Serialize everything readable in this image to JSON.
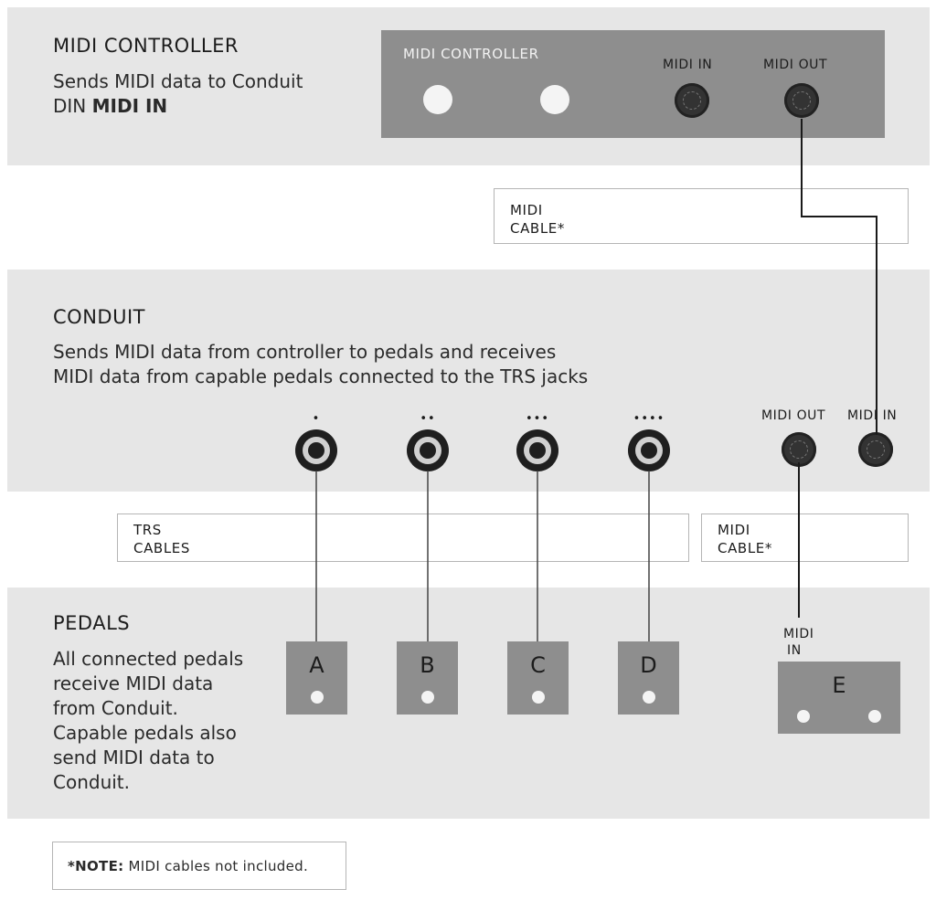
{
  "controller": {
    "heading": "MIDI CONTROLLER",
    "desc_line1": "Sends MIDI data to Conduit",
    "desc_line2_prefix": "DIN ",
    "desc_line2_bold": "MIDI IN",
    "device_label": "MIDI CONTROLLER",
    "midi_in_label": "MIDI IN",
    "midi_out_label": "MIDI OUT"
  },
  "cable_top": {
    "text": "MIDI\nCABLE*"
  },
  "conduit": {
    "heading": "CONDUIT",
    "desc_line1": "Sends MIDI data from controller to pedals and receives",
    "desc_line2": "MIDI data from capable pedals connected to the TRS jacks",
    "jack_markers": [
      "•",
      "••",
      "•••",
      "••••"
    ],
    "midi_out_label": "MIDI OUT",
    "midi_in_label": "MIDI IN"
  },
  "trs_cables": {
    "text": "TRS\nCABLES"
  },
  "cable_bottom": {
    "text": "MIDI\nCABLE*"
  },
  "pedals": {
    "heading": "PEDALS",
    "desc_lines": [
      "All connected pedals",
      "receive MIDI data",
      "from Conduit.",
      "Capable pedals also",
      "send MIDI data to",
      "Conduit."
    ],
    "letters": [
      "A",
      "B",
      "C",
      "D"
    ],
    "pedal_e_letter": "E",
    "midi_in_line1": "MIDI",
    "midi_in_line2": "IN"
  },
  "note": {
    "prefix": "*NOTE:",
    "text": " MIDI cables not included."
  },
  "colors": {
    "band": "#e6e6e6",
    "device": "#8e8e8e",
    "knob": "#f4f4f4",
    "jack": "#1f1f1f"
  }
}
